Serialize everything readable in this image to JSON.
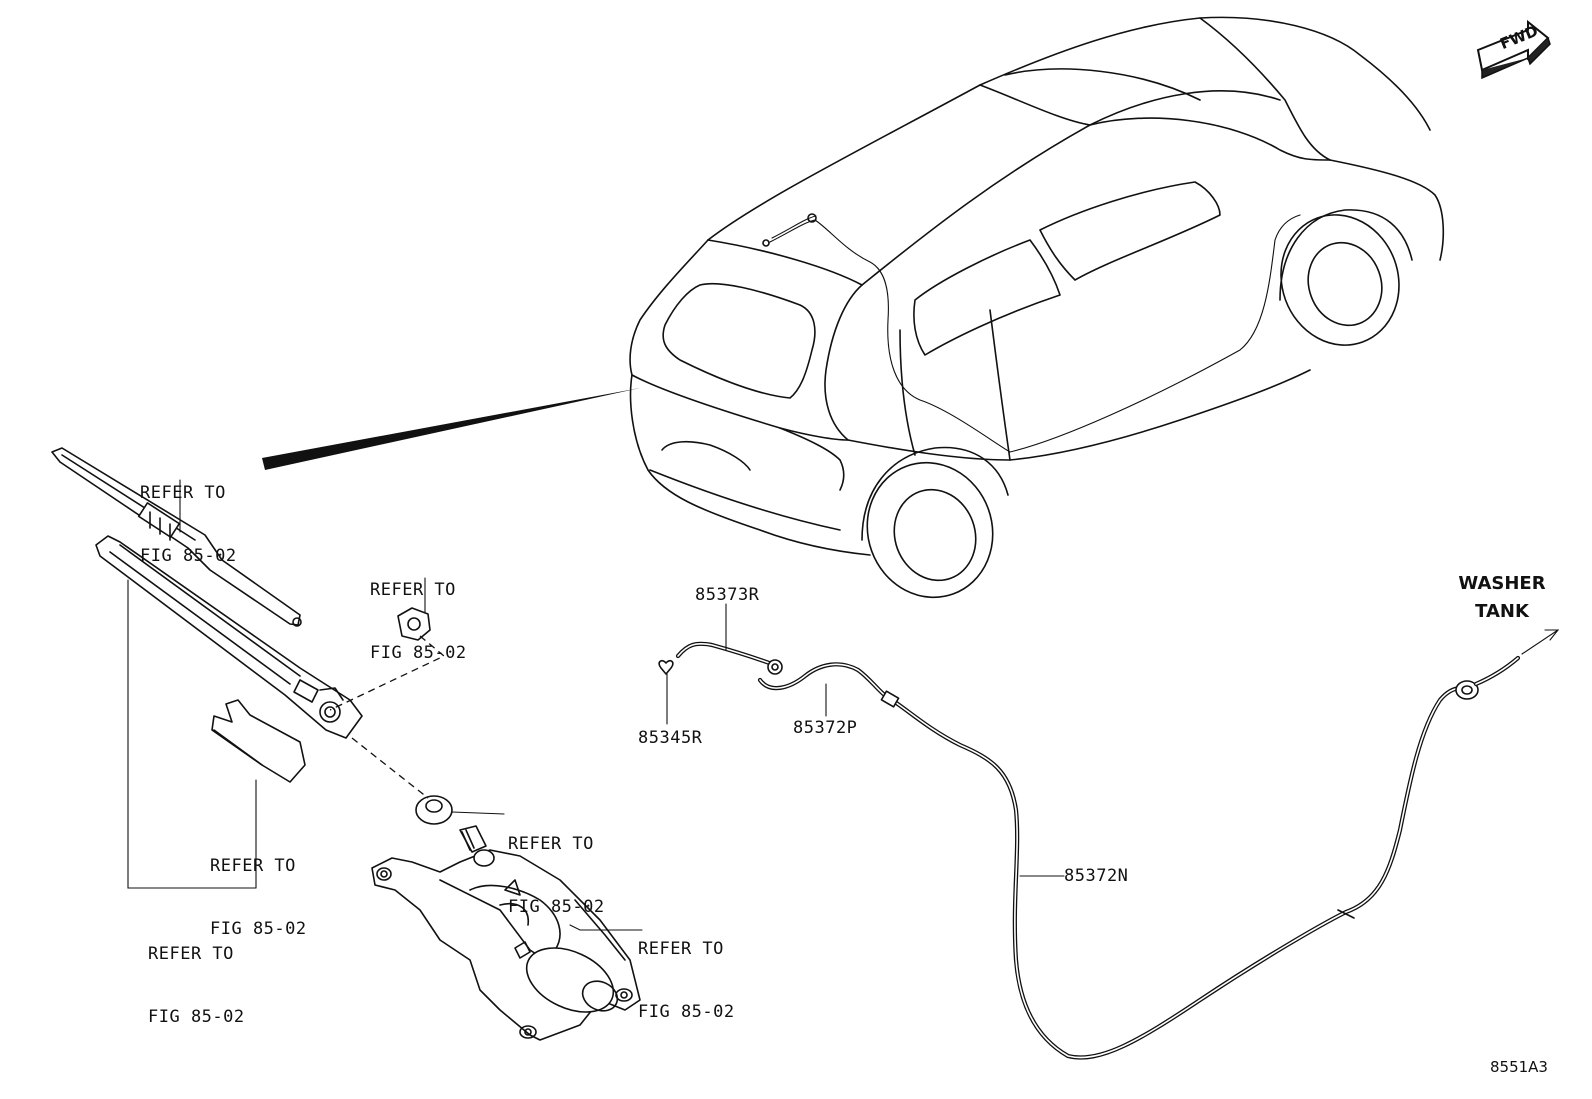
{
  "diagram": {
    "figure_code": "8551A3",
    "fwd_badge": "FWD",
    "washer_tank": {
      "line1": "WASHER",
      "line2": "TANK"
    },
    "parts": {
      "p85373R": "85373R",
      "p85345R": "85345R",
      "p85372P": "85372P",
      "p85372N": "85372N"
    },
    "refer_notes": [
      {
        "line1": "REFER TO",
        "line2": "FIG 85-02"
      },
      {
        "line1": "REFER TO",
        "line2": "FIG 85-02"
      },
      {
        "line1": "REFER TO",
        "line2": "FIG 85-02"
      },
      {
        "line1": "REFER TO",
        "line2": "FIG 85-02"
      },
      {
        "line1": "REFER TO",
        "line2": "FIG 85-02"
      },
      {
        "line1": "REFER TO",
        "line2": "FIG 85-02"
      }
    ]
  }
}
